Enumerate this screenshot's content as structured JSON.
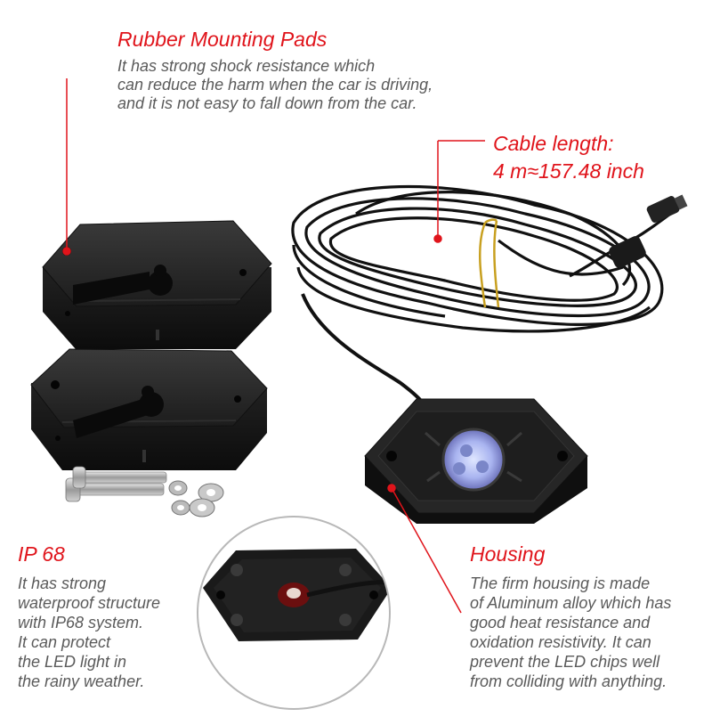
{
  "callouts": {
    "rubber_pads": {
      "title": "Rubber Mounting Pads",
      "lines": [
        "It has strong shock resistance which",
        "can reduce the harm when the car is driving,",
        "and it is not easy to fall down from the car."
      ]
    },
    "cable": {
      "title_lines": [
        "Cable length:",
        "4 m≈157.48 inch"
      ]
    },
    "ip68": {
      "title": "IP 68",
      "lines": [
        "It has strong",
        "waterproof structure",
        "with IP68 system.",
        "It can protect",
        "the LED light in",
        "the rainy weather."
      ]
    },
    "housing": {
      "title": "Housing",
      "lines": [
        "The firm housing is made",
        "of Aluminum alloy which has",
        "good heat resistance and",
        "oxidation resistivity. It can",
        "prevent the LED chips well",
        "from colliding with anything."
      ]
    }
  },
  "colors": {
    "accent_red": "#e0141b",
    "body_gray": "#5a5a5a",
    "product_black": "#1b1b1b"
  }
}
